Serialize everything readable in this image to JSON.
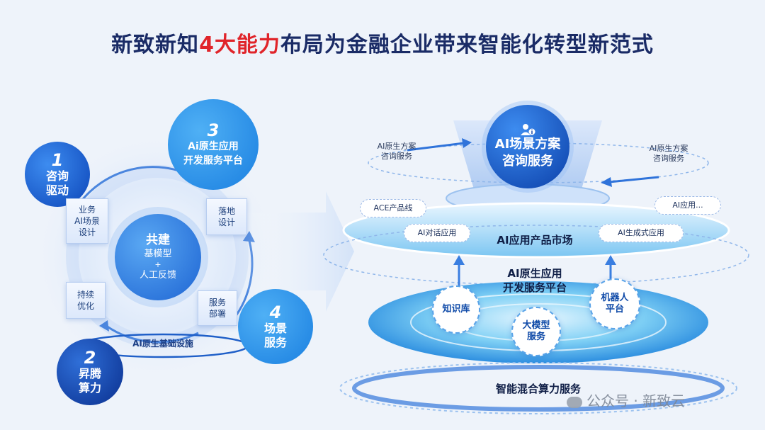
{
  "title": {
    "prefix": "新致新知",
    "highlight": "4大能力",
    "suffix": "布局为金融企业带来智能化转型新范式"
  },
  "left": {
    "c1": {
      "num": "1",
      "line1": "咨询",
      "line2": "驱动"
    },
    "c2": {
      "num": "2",
      "line1": "昇腾",
      "line2": "算力"
    },
    "c3": {
      "num": "3",
      "line1": "Ai原生应用",
      "line2": "开发服务平台"
    },
    "c4": {
      "num": "4",
      "line1": "场景",
      "line2": "服务"
    },
    "center": {
      "title": "共建",
      "line1": "基模型",
      "plus": "+",
      "line2": "人工反馈"
    },
    "boxes": {
      "b1": [
        "业务",
        "AI场景",
        "设计"
      ],
      "b2": [
        "落地",
        "设计"
      ],
      "b3": [
        "持续",
        "优化"
      ],
      "b4": [
        "服务",
        "部署"
      ]
    },
    "infra": "AI原生基础设施"
  },
  "right": {
    "top": {
      "line1": "AI场景方案",
      "line2": "咨询服务",
      "icon": "person-info-icon"
    },
    "side_left": [
      "AI原生方案",
      "咨询服务"
    ],
    "side_right": [
      "AI原生方案",
      "咨询服务"
    ],
    "pills": {
      "ace": "ACE产品线",
      "ai_more": "AI应用...",
      "dialog": "AI对话应用",
      "gen": "AI生成式应用"
    },
    "market": "AI应用产品市场",
    "platform": [
      "AI原生应用",
      "开发服务平台"
    ],
    "nodes": {
      "kb": "知识库",
      "llm": [
        "大模型",
        "服务"
      ],
      "robot": [
        "机器人",
        "平台"
      ]
    },
    "compute": "智能混合算力服务"
  },
  "watermark": "公众号 · 新致云",
  "colors": {
    "title": "#1a2b66",
    "highlight": "#e0242a",
    "blue": "#1f6fe0",
    "dark_blue": "#0b3fa8"
  }
}
